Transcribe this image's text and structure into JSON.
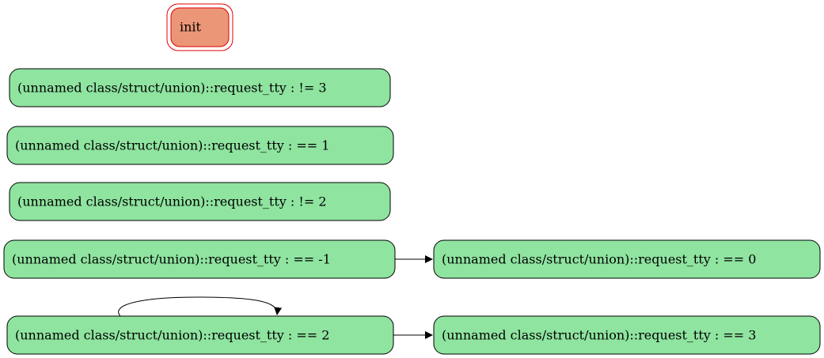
{
  "colors": {
    "init_fill": "#ec9678",
    "init_stroke": "#e00000",
    "node_fill": "#8fe4a0",
    "node_stroke": "#000000",
    "edge": "#000000"
  },
  "nodes": {
    "init": "init",
    "n1": "(unnamed class/struct/union)::request_tty : != 3",
    "n2": "(unnamed class/struct/union)::request_tty : == 1",
    "n3": "(unnamed class/struct/union)::request_tty : != 2",
    "n4": "(unnamed class/struct/union)::request_tty : == -1",
    "n5": "(unnamed class/struct/union)::request_tty : == 0",
    "n6": "(unnamed class/struct/union)::request_tty : == 2",
    "n7": "(unnamed class/struct/union)::request_tty : == 3"
  },
  "edges": [
    {
      "from": "n4",
      "to": "n5"
    },
    {
      "from": "n6",
      "to": "n7"
    },
    {
      "from": "n6",
      "to": "n6"
    }
  ]
}
